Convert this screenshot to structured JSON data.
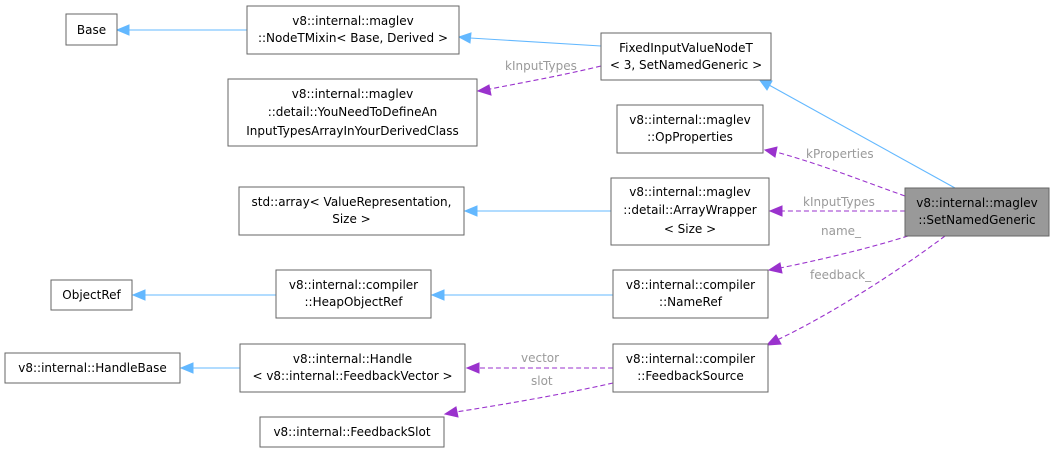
{
  "nodes": {
    "base": [
      "Base"
    ],
    "node_t_mixin": [
      "v8::internal::maglev",
      "::NodeTMixin< Base, Derived >"
    ],
    "fixed_input": [
      "FixedInputValueNodeT",
      "< 3, SetNamedGeneric >"
    ],
    "you_need": [
      "v8::internal::maglev",
      "::detail::YouNeedToDefineAn",
      "InputTypesArrayInYourDerivedClass"
    ],
    "op_properties": [
      "v8::internal::maglev",
      "::OpProperties"
    ],
    "std_array": [
      "std::array< ValueRepresentation,",
      "Size >"
    ],
    "array_wrapper": [
      "v8::internal::maglev",
      "::detail::ArrayWrapper",
      "< Size >"
    ],
    "set_named_generic": [
      "v8::internal::maglev",
      "::SetNamedGeneric"
    ],
    "object_ref": [
      "ObjectRef"
    ],
    "heap_object_ref": [
      "v8::internal::compiler",
      "::HeapObjectRef"
    ],
    "name_ref": [
      "v8::internal::compiler",
      "::NameRef"
    ],
    "handle_base": [
      "v8::internal::HandleBase"
    ],
    "handle": [
      "v8::internal::Handle",
      "< v8::internal::FeedbackVector >"
    ],
    "feedback_source": [
      "v8::internal::compiler",
      "::FeedbackSource"
    ],
    "feedback_slot": [
      "v8::internal::FeedbackSlot"
    ]
  },
  "edge_labels": {
    "k_input_types_top": "kInputTypes",
    "k_properties": "kProperties",
    "k_input_types": "kInputTypes",
    "name": "name_",
    "feedback": "feedback_",
    "vector": "vector",
    "slot": "slot"
  },
  "colors": {
    "inheritance": "#63b8ff",
    "member": "#9a32cd",
    "focus_fill": "#999999",
    "label": "#9a9a9a"
  }
}
